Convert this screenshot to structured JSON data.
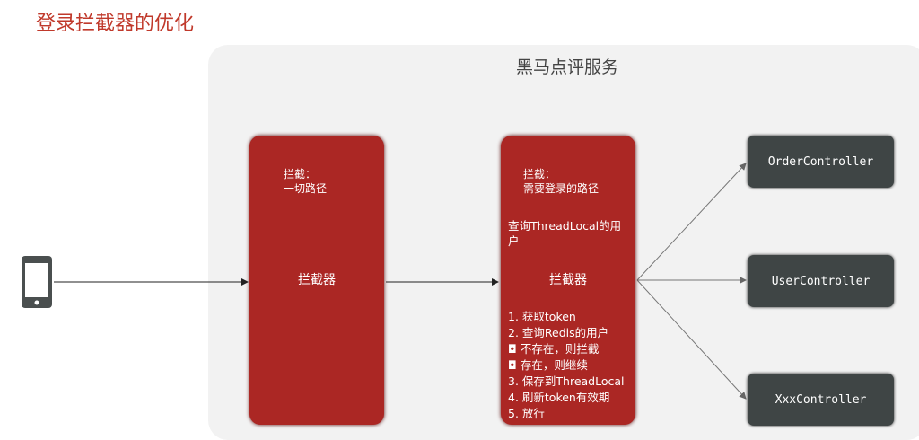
{
  "title": "登录拦截器的优化",
  "service": "黑马点评服务",
  "interceptor1": {
    "note1": "拦截：",
    "note2": "一切路径",
    "label": "拦截器"
  },
  "interceptor2": {
    "note1": "拦截：",
    "note2": "需要登录的路径",
    "label": "拦截器",
    "steps": [
      "1. 获取token",
      "2. 查询Redis的用户",
      "◘ 不存在，则拦截",
      "◘ 存在，则继续",
      "3. 保存到ThreadLocal",
      "4. 刷新token有效期",
      "5. 放行"
    ],
    "overlay": "查询ThreadLocal的用户"
  },
  "controllers": [
    "OrderController",
    "UserController",
    "XxxController"
  ]
}
